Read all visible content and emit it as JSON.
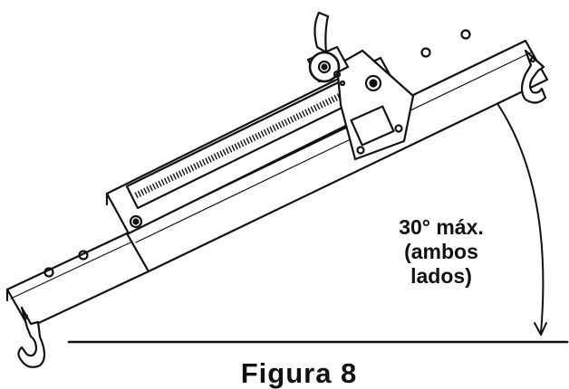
{
  "figure": {
    "angle_label_lines": [
      "30° máx.",
      "(ambos",
      "lados)"
    ],
    "caption": "Figura 8"
  },
  "colors": {
    "line": "#111111",
    "background": "#ffffff"
  },
  "icons": [
    "hook-icon",
    "handle-icon",
    "adjustment-knob-icon"
  ]
}
